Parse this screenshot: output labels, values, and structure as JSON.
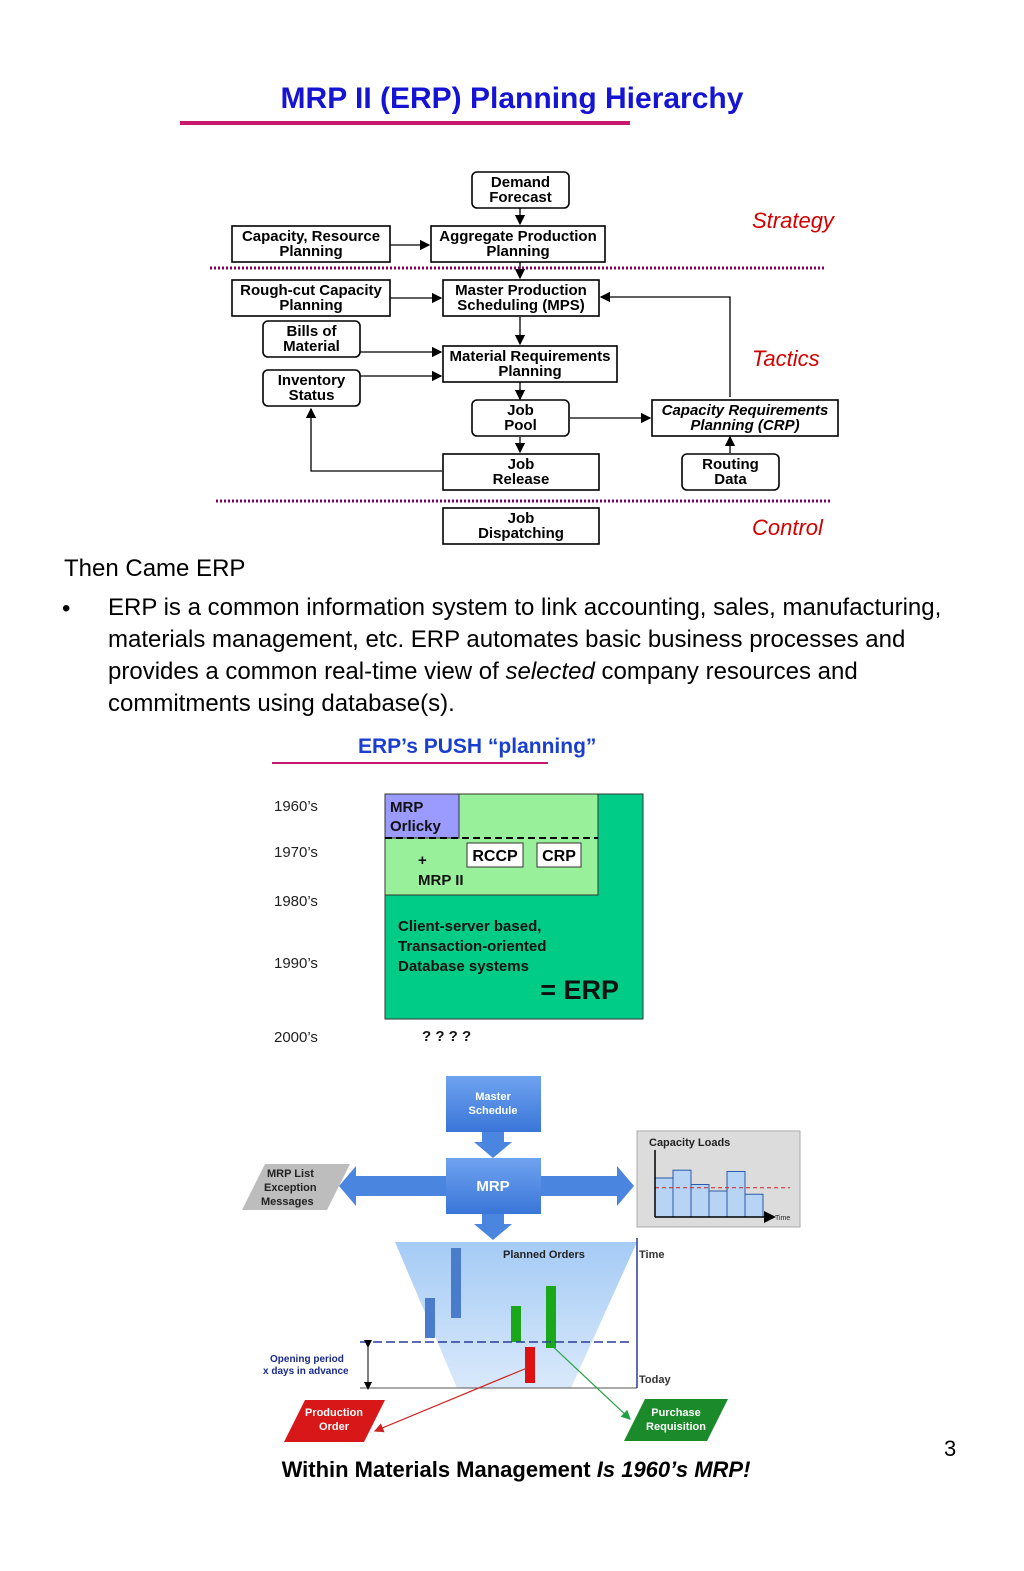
{
  "title": "MRP II (ERP) Planning Hierarchy",
  "hierarchy": {
    "levels": {
      "strategy": "Strategy",
      "tactics": "Tactics",
      "control": "Control"
    },
    "demand_forecast": [
      "Demand",
      "Forecast"
    ],
    "capacity_resource": [
      "Capacity, Resource",
      "Planning"
    ],
    "aggregate": [
      "Aggregate Production",
      "Planning"
    ],
    "rough_cut": [
      "Rough-cut Capacity",
      "Planning"
    ],
    "mps": [
      "Master Production",
      "Scheduling (MPS)"
    ],
    "bom": [
      "Bills of",
      "Material"
    ],
    "mrp": [
      "Material Requirements",
      "Planning"
    ],
    "inventory": [
      "Inventory",
      "Status"
    ],
    "job_pool": [
      "Job",
      "Pool"
    ],
    "crp": [
      "Capacity Requirements",
      "Planning (CRP)"
    ],
    "job_release": [
      "Job",
      "Release"
    ],
    "routing": [
      "Routing",
      "Data"
    ],
    "dispatching": [
      "Job",
      "Dispatching"
    ]
  },
  "section_heading": "Then Came ERP",
  "bullet": {
    "marker": "•",
    "text_before": "ERP is a common information system to link accounting, sales, manufacturing, materials management, etc. ERP automates basic business processes and provides a common real-time view of ",
    "emphasis": "selected",
    "text_after": " company resources and commitments using database(s)."
  },
  "push": {
    "title": "ERP’s PUSH “planning”",
    "decades": [
      "1960’s",
      "1970’s",
      "1980’s",
      "1990’s",
      "2000’s"
    ],
    "mrp_box": [
      "MRP",
      "Orlicky"
    ],
    "plus": "+",
    "rccp": "RCCP",
    "crp": "CRP",
    "mrp2": "MRP II",
    "erp_text": [
      "Client-server based,",
      "Transaction-oriented",
      "Database systems"
    ],
    "erp_label": "= ERP",
    "unknown": "? ? ? ?",
    "colors": {
      "mrp": "#9b9bff",
      "mrp2": "#99f09a",
      "erp": "#00cc88"
    }
  },
  "mrp_diagram": {
    "master_schedule": [
      "Master",
      "Schedule"
    ],
    "mrp": "MRP",
    "exception": [
      "MRP List",
      "Exception",
      "Messages"
    ],
    "capacity_loads": "Capacity Loads",
    "time_small": "Time",
    "planned_orders": "Planned Orders",
    "time": "Time",
    "today": "Today",
    "opening_period": [
      "Opening period",
      "x days in advance"
    ],
    "production_order": [
      "Production",
      "Order"
    ],
    "purchase_requisition": [
      "Purchase",
      "Requisition"
    ],
    "capacity_bars": [
      0.6,
      0.72,
      0.5,
      0.4,
      0.7,
      0.35
    ],
    "capacity_limit": 0.45
  },
  "caption": {
    "normal": "Within Materials Management ",
    "italic": "Is 1960’s MRP!"
  },
  "page_number": "3"
}
